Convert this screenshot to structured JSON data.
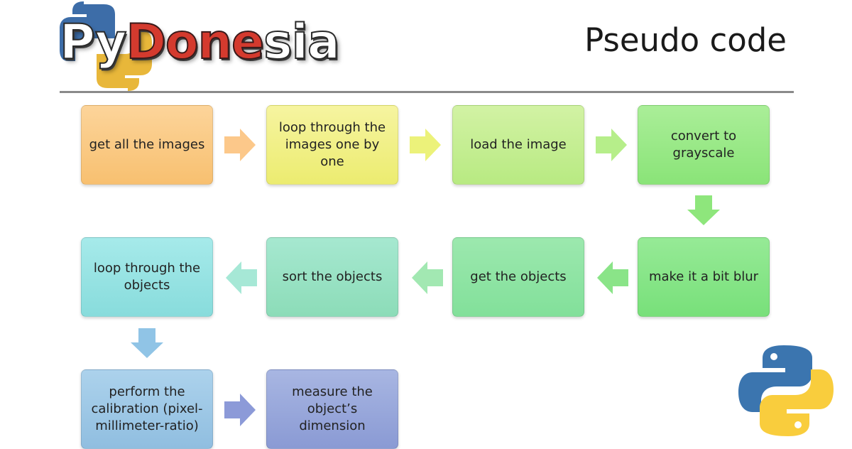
{
  "header": {
    "logo_text": "PyDonesia",
    "logo_text_plain": "Py",
    "logo_text_accent": "Done",
    "logo_text_tail": "sia",
    "title": "Pseudo code"
  },
  "diagram": {
    "steps": [
      {
        "id": "s1",
        "label": "get all the images",
        "color": "#fcca80"
      },
      {
        "id": "s2",
        "label": "loop through the images one by one",
        "color": "#f2f080"
      },
      {
        "id": "s3",
        "label": "load the image",
        "color": "#c6ee92"
      },
      {
        "id": "s4",
        "label": "convert to grayscale",
        "color": "#9ae886"
      },
      {
        "id": "s5",
        "label": "make it a bit blur",
        "color": "#86e488"
      },
      {
        "id": "s6",
        "label": "get  the objects",
        "color": "#8fe4a4"
      },
      {
        "id": "s7",
        "label": "sort the objects",
        "color": "#98e2c4"
      },
      {
        "id": "s8",
        "label": "loop through the objects",
        "color": "#98e2e2"
      },
      {
        "id": "s9",
        "label": "perform the calibration (pixel-millimeter-ratio)",
        "color": "#9ec8e6"
      },
      {
        "id": "s10",
        "label": "measure the object’s dimension",
        "color": "#98a8dc"
      }
    ],
    "arrow_colors": {
      "a1": "#fcc88a",
      "a2": "#ecf27a",
      "a3": "#b6ee8a",
      "a4": "#8ee67c",
      "a5": "#8ae488",
      "a6": "#a2e8b2",
      "a7": "#a6e8d6",
      "a8": "#90c4e6",
      "a9": "#8c9ad8"
    }
  }
}
